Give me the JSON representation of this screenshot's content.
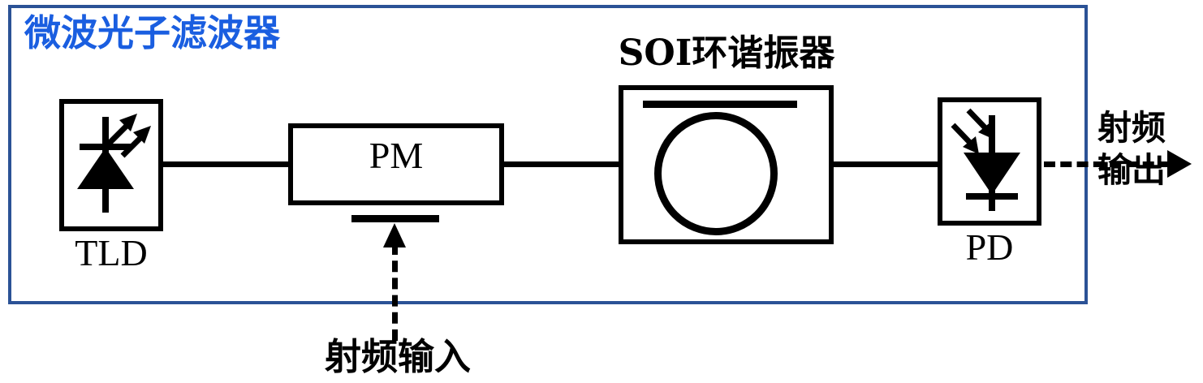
{
  "diagram": {
    "title": "微波光子滤波器",
    "title_color": "#1a5ee0",
    "enclosure_border_color": "#2b5296",
    "line_color": "#000000",
    "components": {
      "tld": {
        "label": "TLD",
        "icon": "laser-diode-icon"
      },
      "pm": {
        "label": "PM",
        "icon": "phase-modulator-electrode-icon"
      },
      "soi": {
        "label": "SOI环谐振器",
        "icon": "ring-resonator-icon"
      },
      "pd": {
        "label": "PD",
        "icon": "photodiode-icon"
      }
    },
    "ports": {
      "rf_input": {
        "label": "射频输入",
        "style": "dashed-arrow-up"
      },
      "rf_output": {
        "label_line1": "射频",
        "label_line2": "输出",
        "style": "dashed-arrow-right"
      }
    },
    "links": [
      {
        "from": "tld",
        "to": "pm",
        "style": "solid"
      },
      {
        "from": "pm",
        "to": "soi",
        "style": "solid"
      },
      {
        "from": "soi",
        "to": "pd",
        "style": "solid"
      }
    ]
  }
}
